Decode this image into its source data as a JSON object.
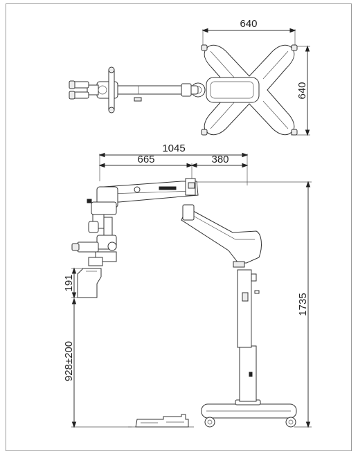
{
  "dimensions": {
    "top_width": "640",
    "top_depth": "640",
    "overall_reach": "1045",
    "arm_reach": "665",
    "base_offset": "380",
    "height": "1735",
    "head_height": "191",
    "working_height": "928±200"
  },
  "colors": {
    "line": "#333333",
    "frame": "#9a9a9a",
    "text": "#222222"
  }
}
